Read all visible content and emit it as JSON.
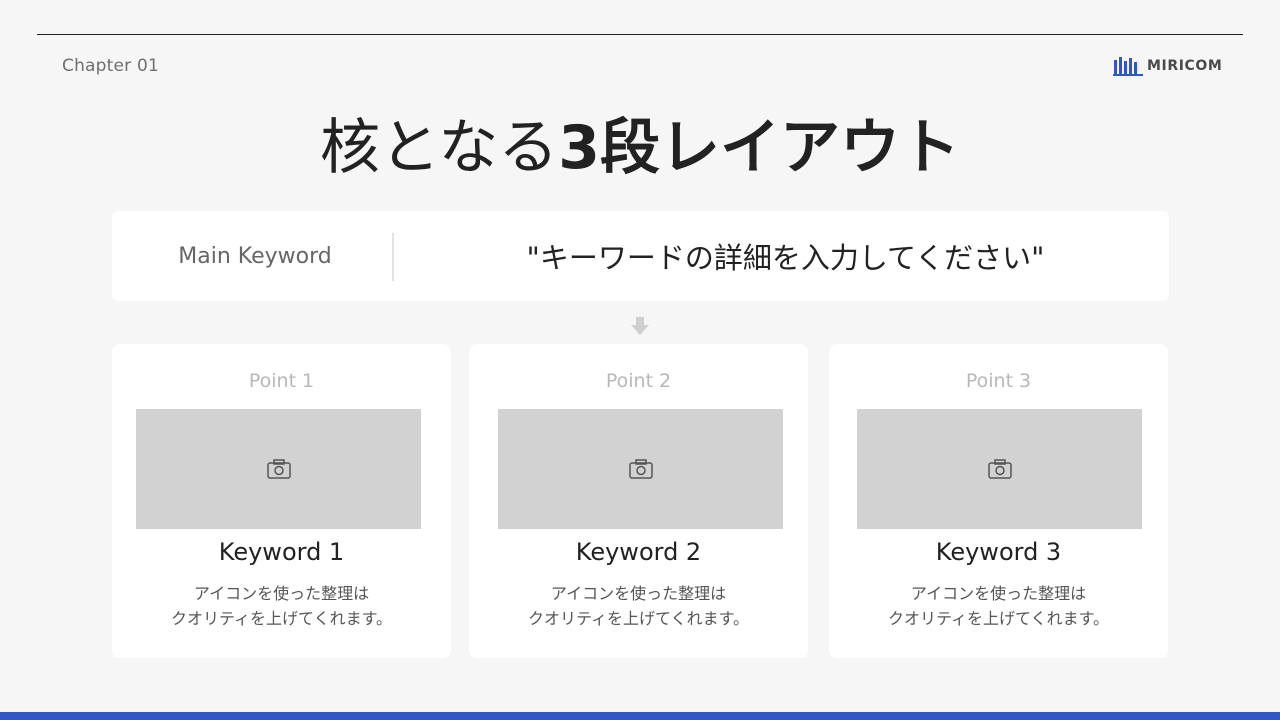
{
  "header": {
    "chapter": "Chapter 01",
    "logo_text": "MIRICOM"
  },
  "title": {
    "light": "核となる",
    "bold": "3段レイアウト"
  },
  "main": {
    "label": "Main Keyword",
    "text": "\"キーワードの詳細を入力してください\""
  },
  "cards": [
    {
      "point": "Point 1",
      "image_icon": "camera-icon",
      "keyword": "Keyword 1",
      "desc_line1": "アイコンを使った整理は",
      "desc_line2": "クオリティを上げてくれます。"
    },
    {
      "point": "Point 2",
      "image_icon": "camera-icon",
      "keyword": "Keyword 2",
      "desc_line1": "アイコンを使った整理は",
      "desc_line2": "クオリティを上げてくれます。"
    },
    {
      "point": "Point 3",
      "image_icon": "camera-icon",
      "keyword": "Keyword 3",
      "desc_line1": "アイコンを使った整理は",
      "desc_line2": "クオリティを上げてくれます。"
    }
  ],
  "icons": {
    "logo": "building-logo-icon",
    "arrow": "arrow-down-icon"
  },
  "colors": {
    "background": "#f6f6f7",
    "accent_bar": "#2f57c9",
    "logo_blue": "#2f57c9",
    "placeholder": "#d2d2d2"
  }
}
